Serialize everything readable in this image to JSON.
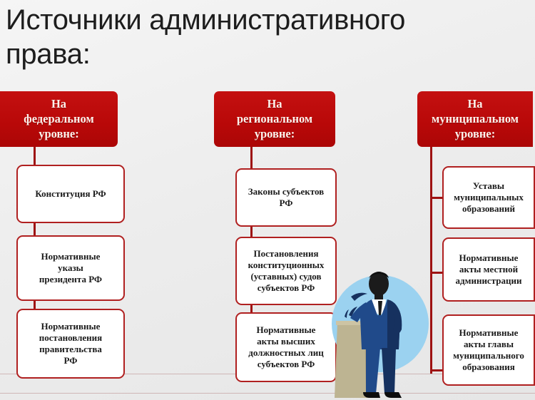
{
  "slide": {
    "title": "Источники административного\nправа:",
    "background_color": "#ededed",
    "accent_color": "#be0a0a",
    "box_border_color": "#b02020"
  },
  "columns": [
    {
      "id": "federal",
      "header": "На\nфедеральном\nуровне:",
      "items": [
        "Конституция РФ",
        "Нормативные\nуказы\nпрезидента РФ",
        "Нормативные\nпостановления\nправительства\nРФ"
      ]
    },
    {
      "id": "regional",
      "header": "На\nрегиональном\nуровне:",
      "items": [
        "Законы субъектов\nРФ",
        "Постановления\nконституционных\n(уставных) судов\nсубъектов РФ",
        "Нормативные\nакты высших\nдолжностных лиц\nсубъектов РФ"
      ]
    },
    {
      "id": "municipal",
      "header": "На\nмуниципальном\nуровне:",
      "items": [
        "Уставы\nмуниципальных\nобразований",
        "Нормативные\nакты местной\nадминистрации",
        "Нормативные\nакты главы\nмуниципального\nобразования"
      ]
    }
  ],
  "illustration": {
    "name": "speaker-at-podium",
    "circle_color": "#9bd2f0",
    "suit_color": "#204a8a",
    "suit_shadow_color": "#16315f",
    "podium_color": "#bdb492",
    "podium_shadow_color": "#a49a7c",
    "head_color": "#1b1b1b",
    "shirt_color": "#ffffff"
  }
}
